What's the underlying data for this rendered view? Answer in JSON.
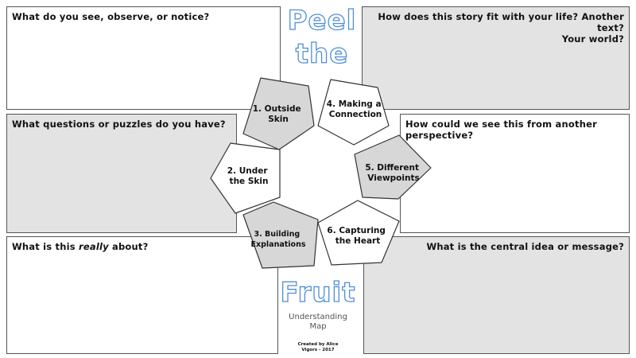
{
  "title_top": [
    "Peel",
    "the"
  ],
  "title_bottom": "Fruit",
  "subtitle": [
    "Understanding",
    "Map"
  ],
  "credit": [
    "Created by Alice",
    "Vigors - 2017"
  ],
  "prompts": {
    "observe": "What do you see, observe, or notice?",
    "connect": [
      "How does this story fit with your life? Another text?",
      "Your world?"
    ],
    "questions": "What questions or puzzles do you have?",
    "perspective": "How could we see this from another perspective?",
    "about_pre": "What is this ",
    "about_em": "really",
    "about_post": " about?",
    "central": "What is the central idea or message?"
  },
  "steps": {
    "s1": [
      "1. Outside",
      "Skin"
    ],
    "s2": [
      "2. Under",
      "the Skin"
    ],
    "s3": [
      "3. Building",
      "Explanations"
    ],
    "s4": [
      "4. Making a",
      "Connection"
    ],
    "s5": [
      "5. Different",
      "Viewpoints"
    ],
    "s6": [
      "6. Capturing",
      "the Heart"
    ]
  },
  "colors": {
    "title": "#4f8fd6",
    "gray_box": "#e3e3e3",
    "gray_pentagon": "#d7d7d7"
  }
}
